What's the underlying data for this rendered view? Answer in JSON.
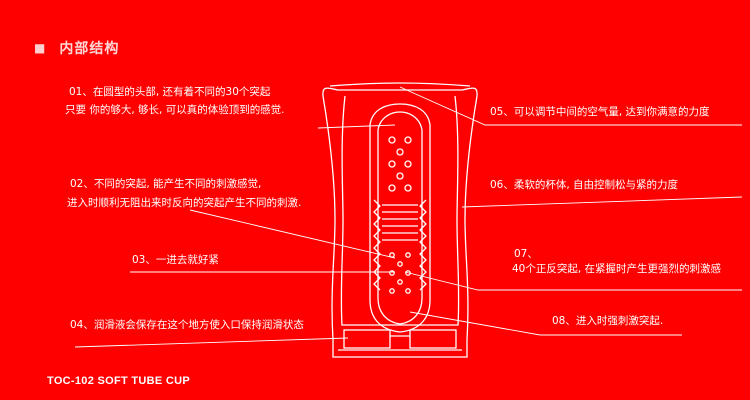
{
  "header": {
    "title": "内部结构",
    "bullet_glyph": "■"
  },
  "labels": {
    "l01a": "01、在圆型的头部, 还有着不同的30个突起",
    "l01b": "只要 你的够大, 够长, 可以真的体验顶到的感觉.",
    "l02a": "02、不同的突起, 能产生不同的刺激感觉,",
    "l02b": "进入时顺利无阻出来时反向的突起产生不同的刺激.",
    "l03": "03、一进去就好紧",
    "l04": "04、润滑液会保存在这个地方使入口保持润滑状态",
    "l05": "05、可以调节中间的空气量, 达到你满意的力度",
    "l06": "06、柔软的杯体, 自由控制松与紧的力度",
    "l07a": "07、",
    "l07b": "40个正反突起, 在紧握时产生更强烈的刺激感",
    "l08": "08、进入时强刺激突起."
  },
  "footer": {
    "model": "TOC-102  SOFT TUBE CUP"
  },
  "colors": {
    "background": "#ff0000",
    "line": "#ffffff",
    "header_text": "#ffd6d6"
  }
}
